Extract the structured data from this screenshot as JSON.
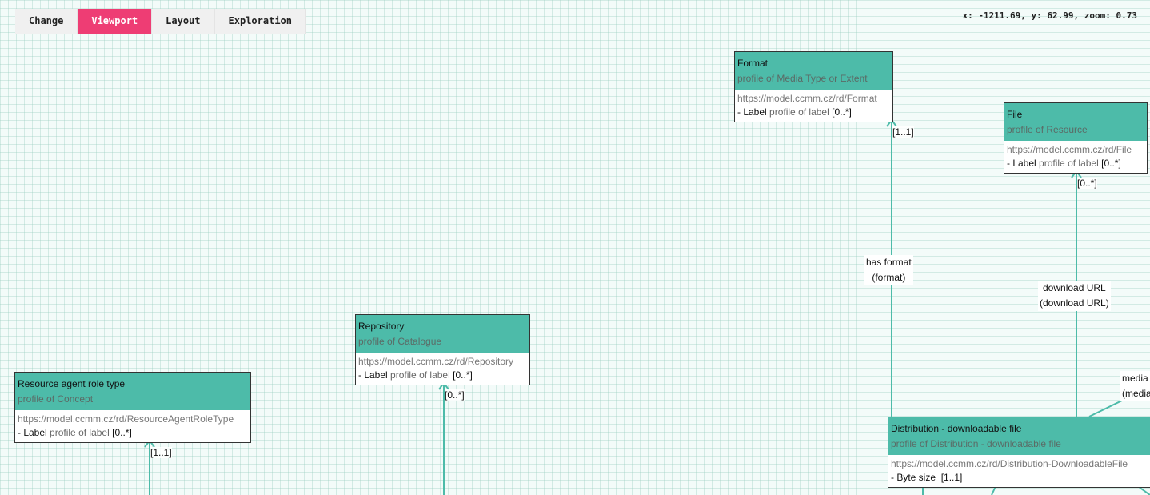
{
  "toolbar": {
    "change": "Change",
    "viewport": "Viewport",
    "layout": "Layout",
    "exploration": "Exploration"
  },
  "status": {
    "coords": "x: -1211.69, y: 62.99, zoom: 0.73"
  },
  "colors": {
    "node_header": "#4dbba9",
    "edge": "#4dbba9",
    "active_tab": "#ee3d74"
  },
  "nodes": {
    "format": {
      "title": "Format",
      "profile": "profile of Media Type or Extent",
      "iri": "https://model.ccmm.cz/rd/Format",
      "attr_prefix": "- Label",
      "attr_profile": "profile of label",
      "attr_card": "[0..*]"
    },
    "file": {
      "title": "File",
      "profile": "profile of Resource",
      "iri": "https://model.ccmm.cz/rd/File",
      "attr_prefix": "- Label",
      "attr_profile": "profile of label",
      "attr_card": "[0..*]"
    },
    "repository": {
      "title": "Repository",
      "profile": "profile of Catalogue",
      "iri": "https://model.ccmm.cz/rd/Repository",
      "attr_prefix": "- Label",
      "attr_profile": "profile of label",
      "attr_card": "[0..*]"
    },
    "agent_role": {
      "title": "Resource agent role type",
      "profile": "profile of Concept",
      "iri": "https://model.ccmm.cz/rd/ResourceAgentRoleType",
      "attr_prefix": "- Label",
      "attr_profile": "profile of label",
      "attr_card": "[0..*]"
    },
    "distribution": {
      "title": "Distribution - downloadable file",
      "profile": "profile of Distribution - downloadable file",
      "iri": "https://model.ccmm.cz/rd/Distribution-DownloadableFile",
      "attr_prefix": "- Byte size",
      "attr_card": "[1..1]"
    }
  },
  "edges": {
    "has_format": {
      "label1": "has format",
      "label2": "(format)",
      "card": "[1..1]"
    },
    "download_url": {
      "label1": "download URL",
      "label2": "(download URL)",
      "card": "[0..*]"
    },
    "media": {
      "label1": "media",
      "label2": "(media"
    },
    "repository_card": "[0..*]",
    "agent_role_card": "[1..1]"
  }
}
